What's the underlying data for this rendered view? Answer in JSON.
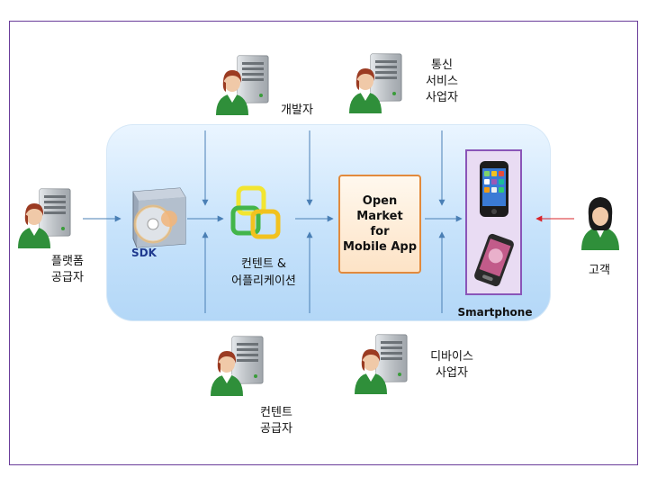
{
  "diagram": {
    "sdk_label": "SDK",
    "content_label": "컨텐트 &\n어플리케이션",
    "market_label": "Open\nMarket\nfor\nMobile App",
    "smartphone_label": "Smartphone",
    "actors": {
      "platform": "플랫폼\n공급자",
      "developer": "개발자",
      "telecom": "통신\n서비스\n사업자",
      "customer": "고객",
      "content_provider": "컨텐트\n공급자",
      "device": "디바이스\n사업자"
    },
    "colors": {
      "panel": "#c6e2fb",
      "arrow": "#4a7fb5",
      "customer_arrow": "#d9242b",
      "market_border": "#e28a3c",
      "phone_border": "#8a55b8",
      "frame": "#6a3d9a"
    },
    "icons": [
      "person-server-icon",
      "sdk-box-icon",
      "app-tiles-icon",
      "iphone-icon",
      "touch-phone-icon",
      "customer-icon"
    ]
  }
}
